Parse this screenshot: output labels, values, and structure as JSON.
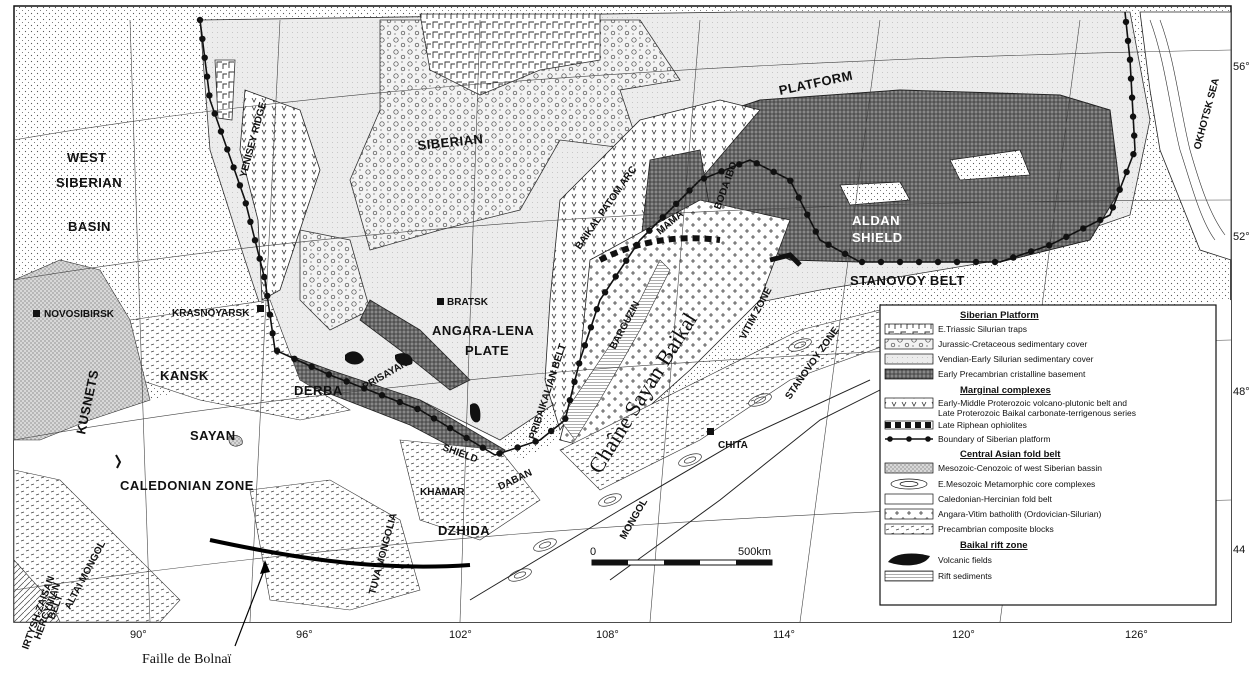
{
  "regions": {
    "west_siberian_basin": [
      "WEST",
      "SIBERIAN",
      "BASIN"
    ],
    "siberian_platform": [
      "SIBERIAN",
      "PLATFORM"
    ],
    "yenisei_ridge": "YENISEY RIDGE",
    "angara_lena": [
      "ANGARA-LENA",
      "PLATE"
    ],
    "baikal_patom": "BAIKAL PATOM ARC",
    "mama": "MAMA",
    "bodaibo": "BODA IBO",
    "aldan": [
      "ALDAN",
      "SHIELD"
    ],
    "stanovoy_belt": "STANOVOY BELT",
    "pribaikalian": "PRIBAIKALIAN BELT",
    "barguzin": "BARGUZIN",
    "vitim": "VITIM ZONE",
    "stanovoy_zone": "STANOVOY ZONE",
    "kusnets": "KUSNETS",
    "kansk": "KANSK",
    "derba": "DERBA",
    "prisayan": "PRISAYAN",
    "shield": "SHIELD",
    "sayan": "SAYAN",
    "caledonian": "CALEDONIAN ZONE",
    "khamar": "KHAMAR",
    "daban": "DABAN",
    "dzhida": "DZHIDA",
    "mongol": "MONGOL",
    "tuva": "TUVA MONGOLIA",
    "altai": "ALTAI MONGOL",
    "irtysh": [
      "IRTYSH-ZAISAN",
      "HERCYNIAN",
      "BELT"
    ],
    "okhotsk": "OKHOTSK SEA"
  },
  "cities": {
    "novosibirsk": "NOVOSIBIRSK",
    "krasnoyarsk": "KRASNOYARSK",
    "bratsk": "BRATSK",
    "chita": "CHITA"
  },
  "annotation": {
    "chaine": "Chaîne Sayan Baikal",
    "bolnai": "Faille de Bolnaï"
  },
  "scale": {
    "zero": "0",
    "end": "500km"
  },
  "lon_ticks": [
    "90°",
    "96°",
    "102°",
    "108°",
    "114°",
    "120°",
    "126°"
  ],
  "lat_ticks": [
    "56°",
    "52°",
    "48°",
    "44"
  ],
  "legend": {
    "siberian_title": "Siberian Platform",
    "siberian_items": [
      "E.Triassic Silurian traps",
      "Jurassic-Cretaceous sedimentary cover",
      "Vendian-Early Silurian sedimentary cover",
      "Early Precambrian cristalline basement"
    ],
    "marginal_title": "Marginal complexes",
    "marginal_items": [
      "Early-Middle Proterozoic volcano-plutonic belt and",
      "Late Proterozoic Baikal carbonate-terrigenous series",
      "Late Riphean ophiolites",
      "Boundary of Siberian platform"
    ],
    "central_title": "Central Asian fold belt",
    "central_items": [
      "Mesozoic-Cenozoic of west Siberian bassin",
      "E.Mesozoic Metamorphic core complexes",
      "Caledonian-Hercinian fold belt",
      "Angara-Vitim batholith (Ordovician-Silurian)",
      "Precambrian composite blocks"
    ],
    "rift_title": "Baikal rift zone",
    "rift_items": [
      "Volcanic fields",
      "Rift sediments"
    ]
  }
}
